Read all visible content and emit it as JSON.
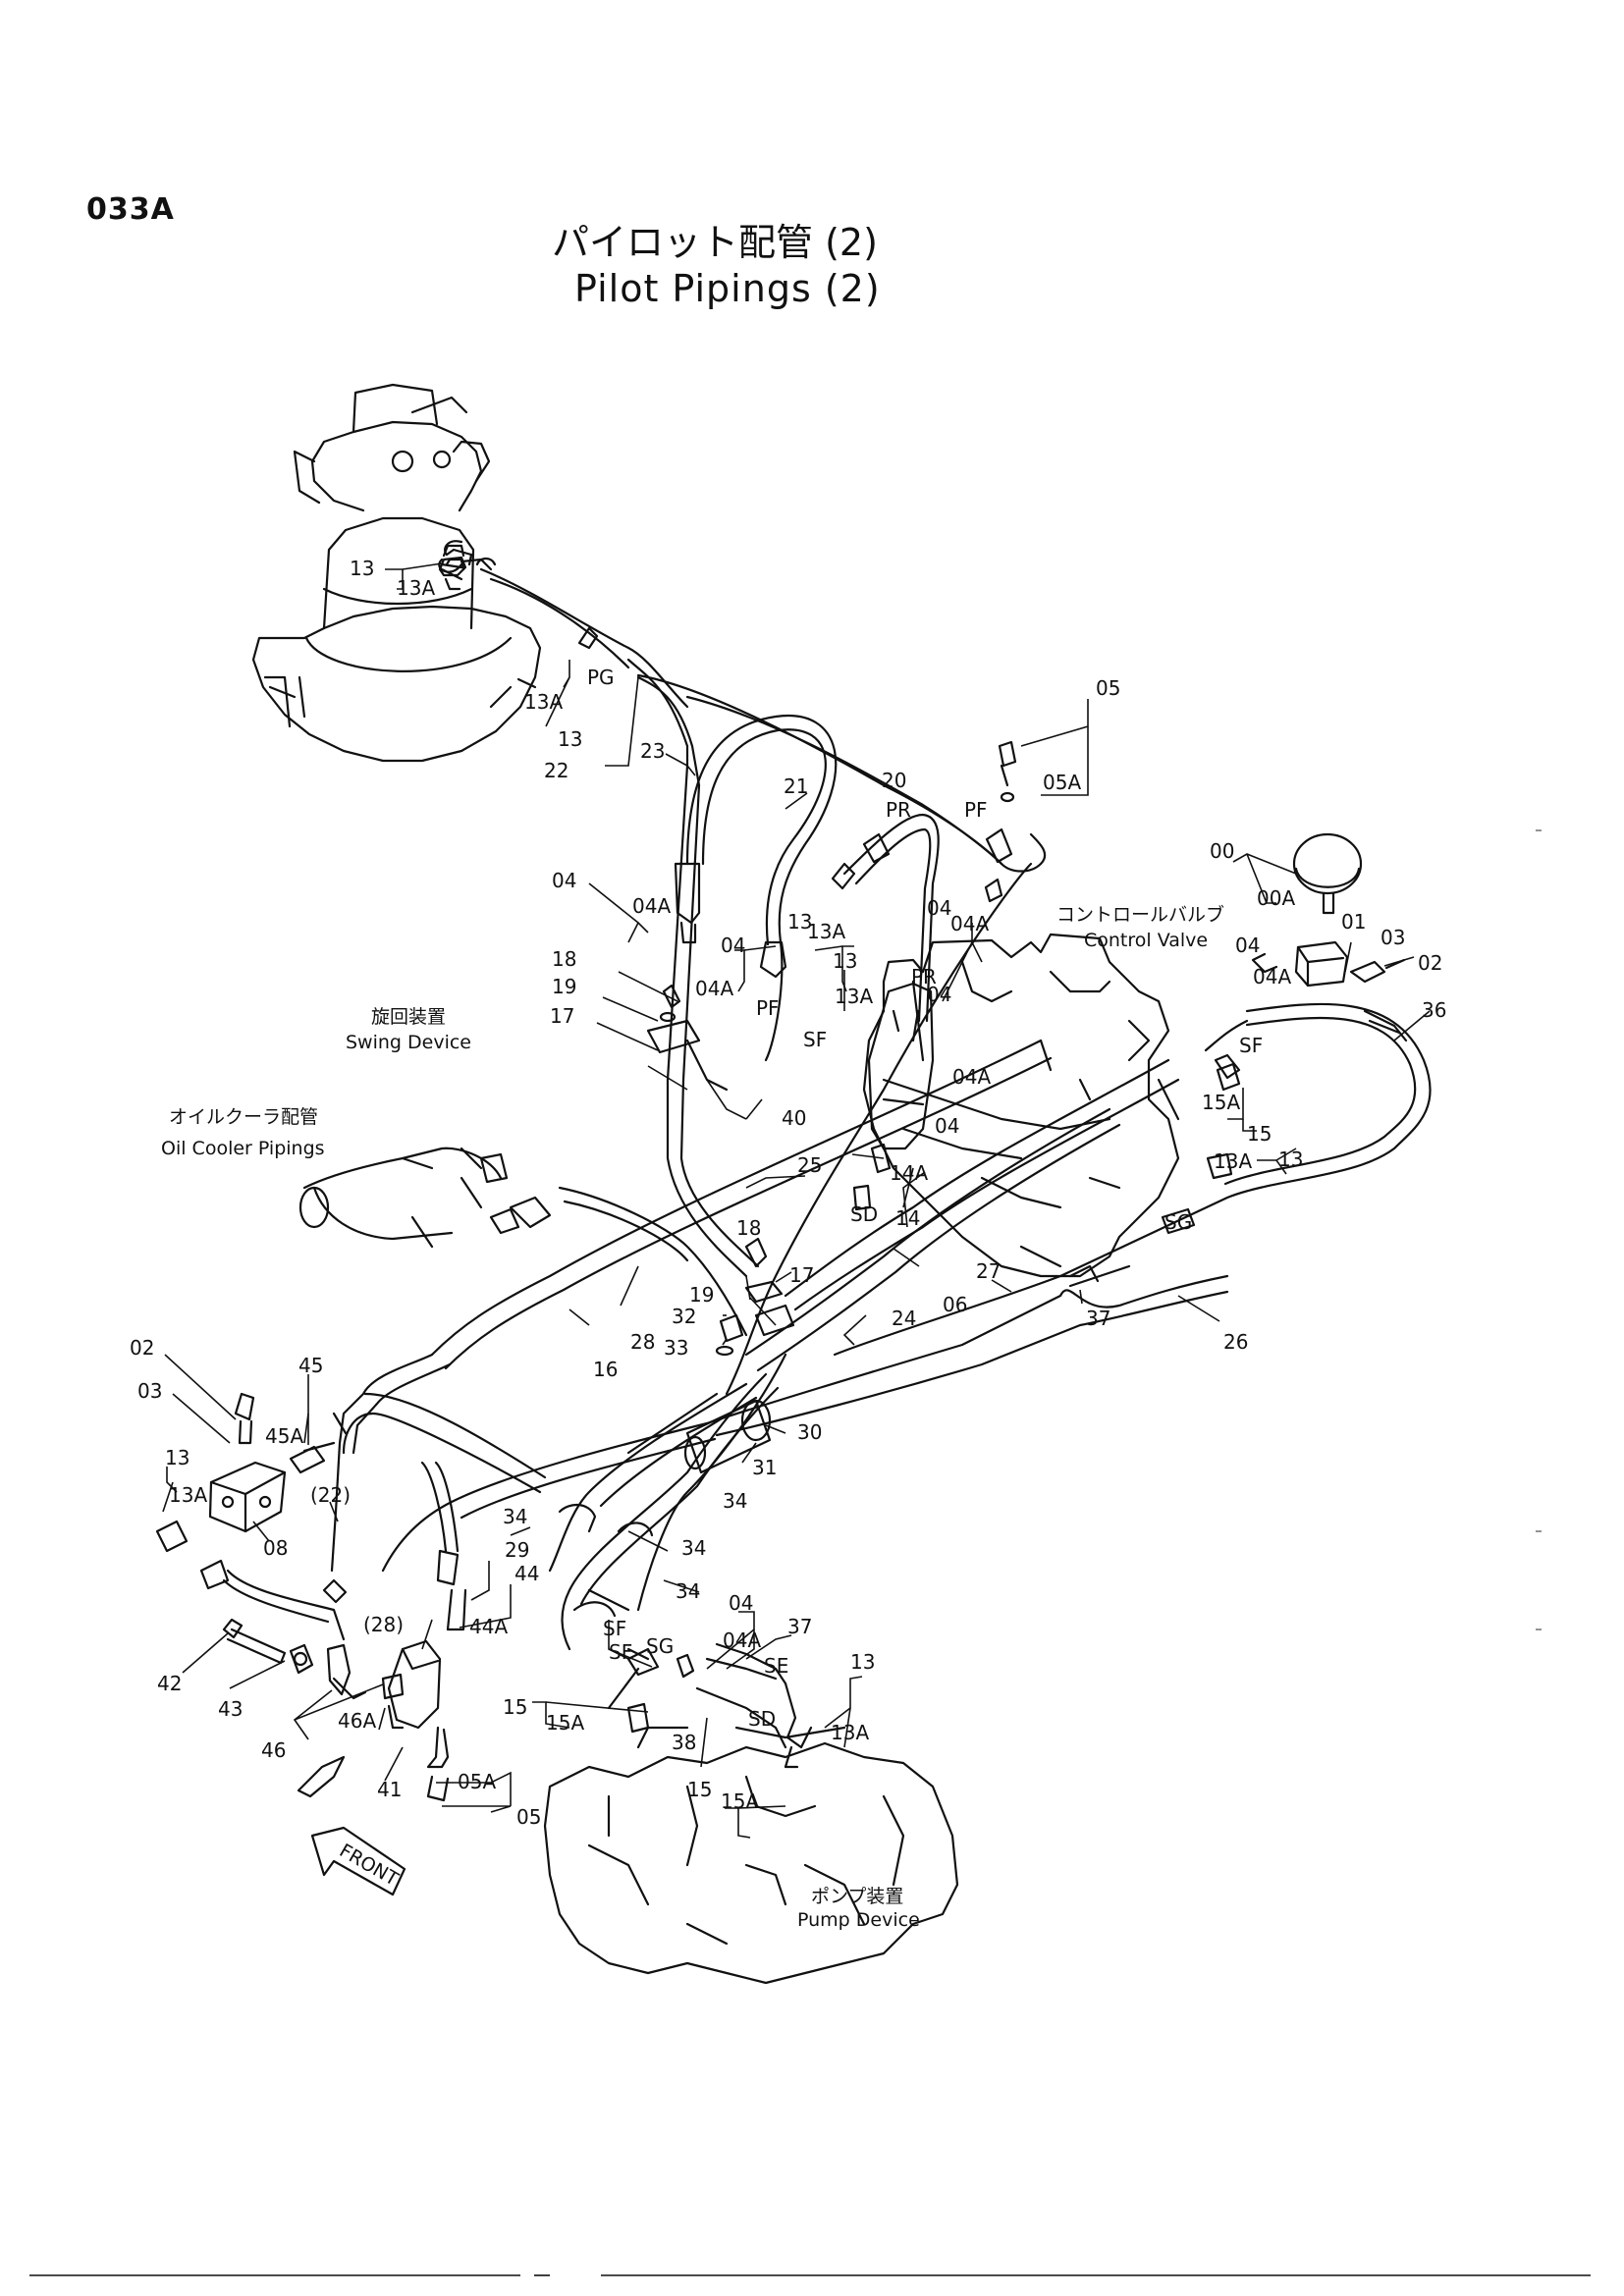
{
  "page_code": "033A",
  "title_jp": "パイロット配管 (2)",
  "title_en": "Pilot Pipings (2)",
  "components": {
    "swing_device": {
      "jp": "旋回装置",
      "en": "Swing Device"
    },
    "oil_cooler": {
      "jp": "オイルクーラ配管",
      "en": "Oil Cooler Pipings"
    },
    "control_valve": {
      "jp": "コントロールバルブ",
      "en": "Control Valve"
    },
    "pump_device": {
      "jp": "ポンプ装置",
      "en": "Pump Device"
    },
    "front": "FRONT"
  },
  "callouts": {
    "c13_top": "13",
    "c13a_top": "13A",
    "c13a_sw": "13A",
    "c13_sw": "13",
    "pg_1": "PG",
    "c22": "22",
    "c23": "23",
    "c21": "21",
    "c20": "20",
    "pr": "PR",
    "pf_top": "PF",
    "c05_top": "05",
    "c05a_top": "05A",
    "c00": "00",
    "c00a": "00A",
    "c01": "01",
    "c03_r": "03",
    "c02_r": "02",
    "c36": "36",
    "c04_a": "04",
    "c04a_a": "04A",
    "c04_b": "04",
    "c04a_b": "04A",
    "c04_c": "04",
    "c04a_c": "04A",
    "c13_mid": "13",
    "c13a_mid": "13A",
    "c13_mid2": "13",
    "c13a_mid2": "13A",
    "c04_d": "04",
    "c04a_d": "04A",
    "pr2": "PR",
    "pf2": "PF",
    "c04_e": "04",
    "c04a_e": "04A",
    "c04_f": "04",
    "c18_a": "18",
    "c19_a": "19",
    "c17_a": "17",
    "c40": "40",
    "c25": "25",
    "sf_a": "SF",
    "sf_b": "SF",
    "c15a_r": "15A",
    "c15_r": "15",
    "c13a_r": "13A",
    "c13_r": "13",
    "sg_r": "SG",
    "c14a": "14A",
    "c14": "14",
    "sd_a": "SD",
    "c18_b": "18",
    "c17_b": "17",
    "c19_b": "19",
    "c32": "32",
    "c33": "33",
    "c24": "24",
    "c06": "06",
    "c27": "27",
    "c37_a": "37",
    "c26": "26",
    "c28": "28",
    "c16": "16",
    "c02_l": "02",
    "c03_l": "03",
    "c45": "45",
    "c45a": "45A",
    "c13_l": "13",
    "c13a_l": "13A",
    "c08": "08",
    "c22p": "(22)",
    "c30": "30",
    "c31": "31",
    "c34_a": "34",
    "c34_b": "34",
    "c34_c": "34",
    "c34_d": "34",
    "c29": "29",
    "c44": "44",
    "c44a": "44A",
    "c28p": "(28)",
    "c42": "42",
    "c43": "43",
    "c46a": "46A",
    "c46": "46",
    "c41": "41",
    "c05a_b": "05A",
    "c05_b": "05",
    "c04_g": "04",
    "c04a_g": "04A",
    "c37_b": "37",
    "c13_p": "13",
    "c13a_p": "13A",
    "sf_p1": "SF",
    "sf_p2": "SF",
    "sg_p": "SG",
    "se_p": "SE",
    "sd_p": "SD",
    "c15_p": "15",
    "c15a_p": "15A",
    "c38": "38",
    "c15_p2": "15",
    "c15a_p2": "15A"
  }
}
